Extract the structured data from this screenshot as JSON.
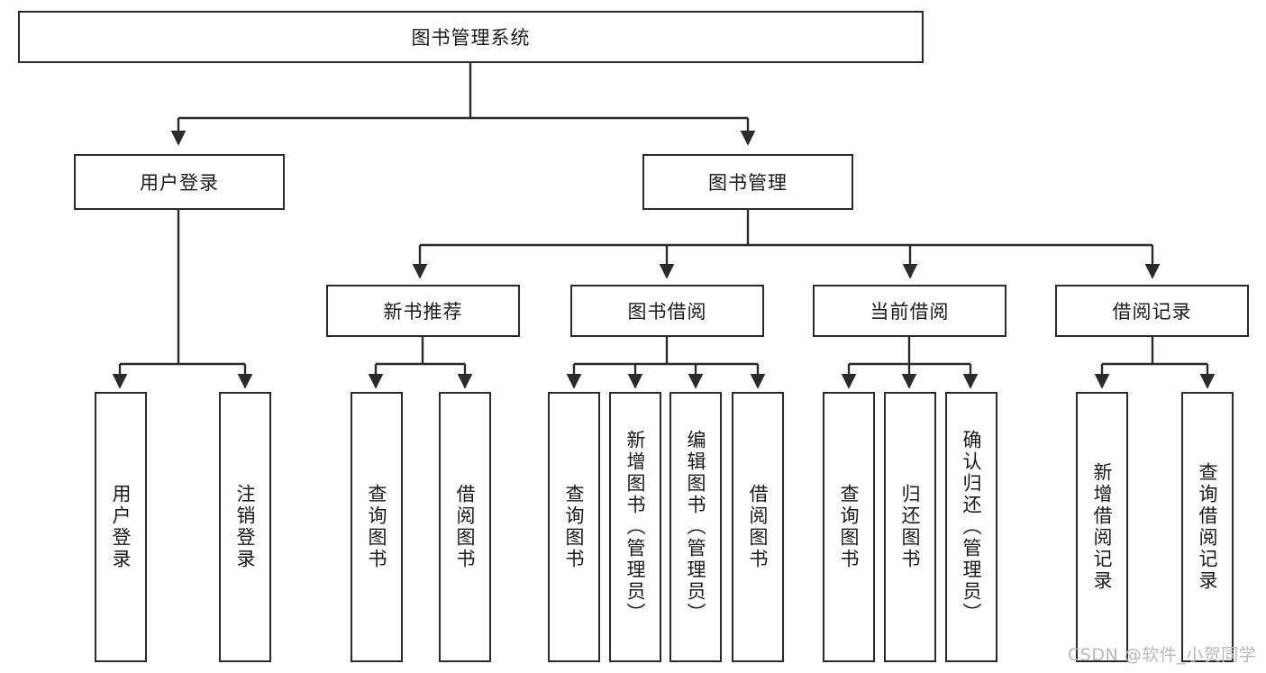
{
  "diagram": {
    "title_node": {
      "label": "图书管理系统"
    },
    "level2": [
      {
        "id": "user-login",
        "label": "用户登录"
      },
      {
        "id": "book-management",
        "label": "图书管理"
      }
    ],
    "level3": [
      {
        "id": "new-book-recommend",
        "label": "新书推荐"
      },
      {
        "id": "book-borrow",
        "label": "图书借阅"
      },
      {
        "id": "current-borrow",
        "label": "当前借阅"
      },
      {
        "id": "borrow-record",
        "label": "借阅记录"
      }
    ],
    "leaves": {
      "user_login": [
        {
          "id": "leaf-user-login",
          "label": "用户登录"
        },
        {
          "id": "leaf-logout",
          "label": "注销登录"
        }
      ],
      "new_book_recommend": [
        {
          "id": "leaf-query-book-1",
          "label": "查询图书"
        },
        {
          "id": "leaf-borrow-book-1",
          "label": "借阅图书"
        }
      ],
      "book_borrow": [
        {
          "id": "leaf-query-book-2",
          "label": "查询图书"
        },
        {
          "id": "leaf-add-book",
          "label": "新增图书（管理员）"
        },
        {
          "id": "leaf-edit-book",
          "label": "编辑图书（管理员）"
        },
        {
          "id": "leaf-borrow-book-2",
          "label": "借阅图书"
        }
      ],
      "current_borrow": [
        {
          "id": "leaf-query-book-3",
          "label": "查询图书"
        },
        {
          "id": "leaf-return-book",
          "label": "归还图书"
        },
        {
          "id": "leaf-confirm-return",
          "label": "确认归还（管理员）"
        }
      ],
      "borrow_record": [
        {
          "id": "leaf-add-record",
          "label": "新增借阅记录"
        },
        {
          "id": "leaf-query-record",
          "label": "查询借阅记录"
        }
      ]
    },
    "watermark": "CSDN @软件_小贺同学",
    "colors": {
      "stroke": "#2b2b2b",
      "box_fill": "#ffffff",
      "text": "#1a1a1a",
      "watermark": "#b9b9b9",
      "background": "#ffffff"
    }
  }
}
